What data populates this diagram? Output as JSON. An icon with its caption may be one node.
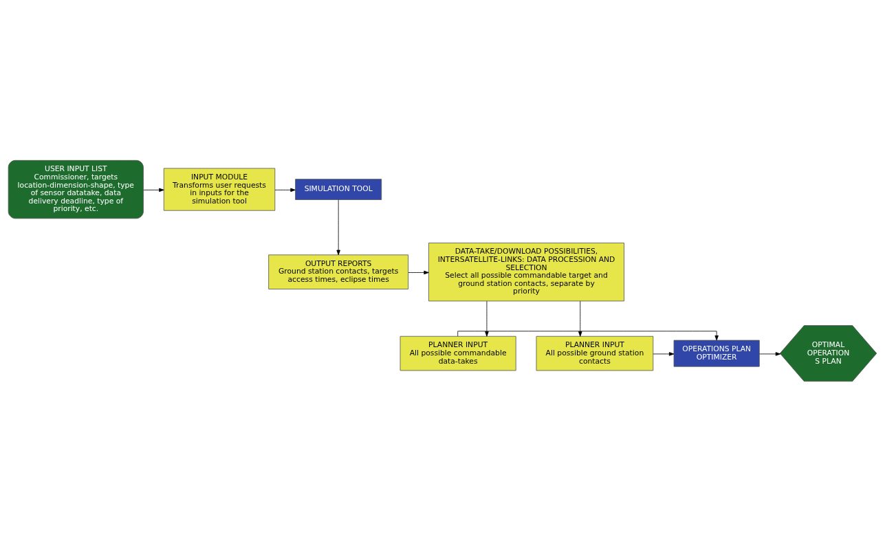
{
  "diagram": {
    "nodes": [
      {
        "text": [
          "USER INPUT LIST",
          "Commissioner, targets location-dimension-shape, type of sensor datatake, data delivery deadline, type of priority, etc."
        ]
      },
      {
        "text": [
          "INPUT MODULE",
          "Transforms user requests in inputs for the simulation tool"
        ]
      },
      {
        "text": [
          "SIMULATION TOOL"
        ]
      },
      {
        "text": [
          "OUTPUT REPORTS",
          "Ground station contacts, targets access times, eclipse times"
        ]
      },
      {
        "text": [
          "DATA-TAKE/DOWNLOAD POSSIBILITIES, INTERSATELLITE-LINKS: DATA PROCESSION AND SELECTION",
          "Select all possible commandable target and ground station contacts, separate by priority"
        ]
      },
      {
        "text": [
          "PLANNER INPUT",
          "All possible commandable data-takes"
        ]
      },
      {
        "text": [
          "PLANNER INPUT",
          "All possible ground station contacts"
        ]
      },
      {
        "text": [
          "OPERATIONS PLAN OPTIMIZER"
        ]
      },
      {
        "text": [
          "OPTIMAL OPERATION S PLAN"
        ]
      }
    ],
    "edges": [
      {
        "from": 0,
        "to": 1,
        "arrow": "to"
      },
      {
        "from": 1,
        "to": 2,
        "arrow": "to"
      },
      {
        "from": 2,
        "to": 3,
        "arrow": "to"
      },
      {
        "from": 3,
        "to": 4,
        "arrow": "to"
      },
      {
        "from": 4,
        "to": 5,
        "arrow": "to"
      },
      {
        "from": 4,
        "to": 6,
        "arrow": "to"
      },
      {
        "from": 5,
        "to": 7,
        "arrow": "to"
      },
      {
        "from": 6,
        "to": 7,
        "arrow": "to"
      },
      {
        "from": 7,
        "to": 8,
        "arrow": "to"
      }
    ]
  }
}
